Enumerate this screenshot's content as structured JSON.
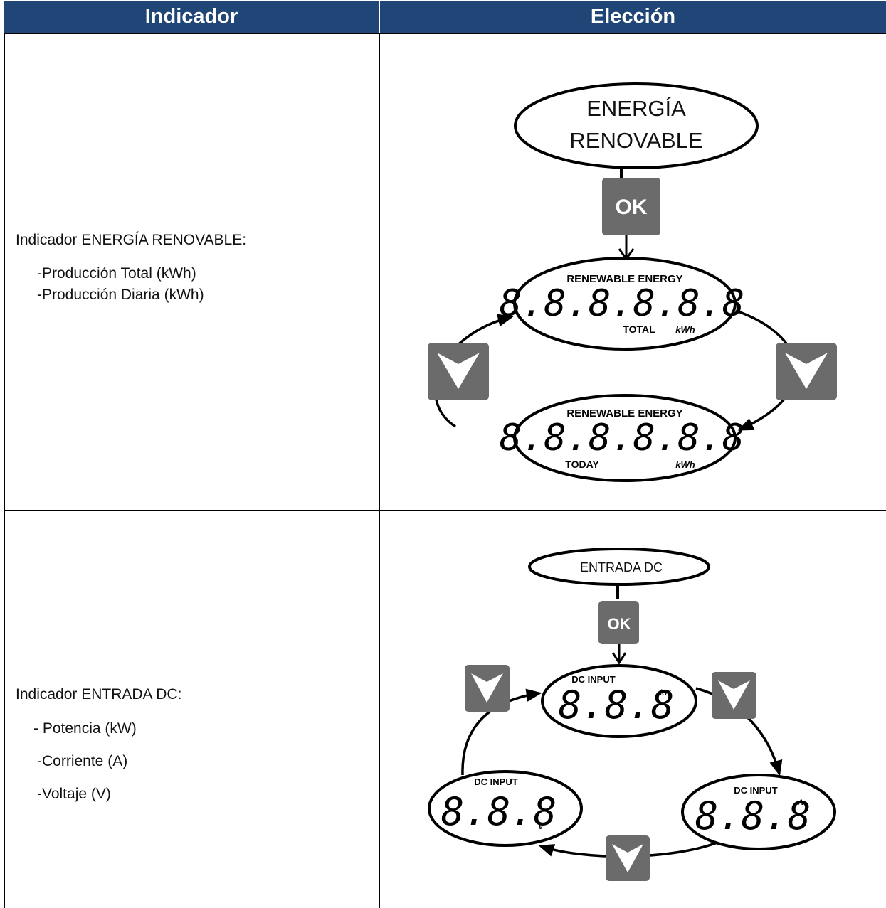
{
  "header": {
    "left": "Indicador",
    "right": "Elección"
  },
  "rows": [
    {
      "title": "Indicador ENERGÍA RENOVABLE:",
      "items": [
        "-Producción Total (kWh)",
        "-Producción Diaria (kWh)"
      ],
      "diagram": {
        "menu_line1": "ENERGÍA",
        "menu_line2": "RENOVABLE",
        "ok_label": "OK",
        "display_top": {
          "label": "RENEWABLE ENERGY",
          "digits": "8.8.8.8.8.8",
          "sub": "TOTAL",
          "unit": "kWh"
        },
        "display_bottom": {
          "label": "RENEWABLE ENERGY",
          "digits": "8.8.8.8.8.8",
          "sub": "TODAY",
          "unit": "kWh"
        }
      }
    },
    {
      "title": "Indicador ENTRADA DC:",
      "items": [
        "- Potencia (kW)",
        "-Corriente (A)",
        "-Voltaje (V)"
      ],
      "diagram": {
        "menu": "ENTRADA DC",
        "ok_label": "OK",
        "display_power": {
          "label": "DC INPUT",
          "digits": "8.8.8",
          "unit": "kW"
        },
        "display_current": {
          "label": "DC INPUT",
          "digits": "8.8.8",
          "unit": "A"
        },
        "display_voltage": {
          "label": "DC INPUT",
          "digits": "8.8.8",
          "unit": "V"
        }
      }
    }
  ],
  "colors": {
    "header_bg": "#1f4676",
    "button_bg": "#6b6b6b"
  },
  "icons": [
    "ok-button-icon",
    "down-arrow-button-icon"
  ]
}
